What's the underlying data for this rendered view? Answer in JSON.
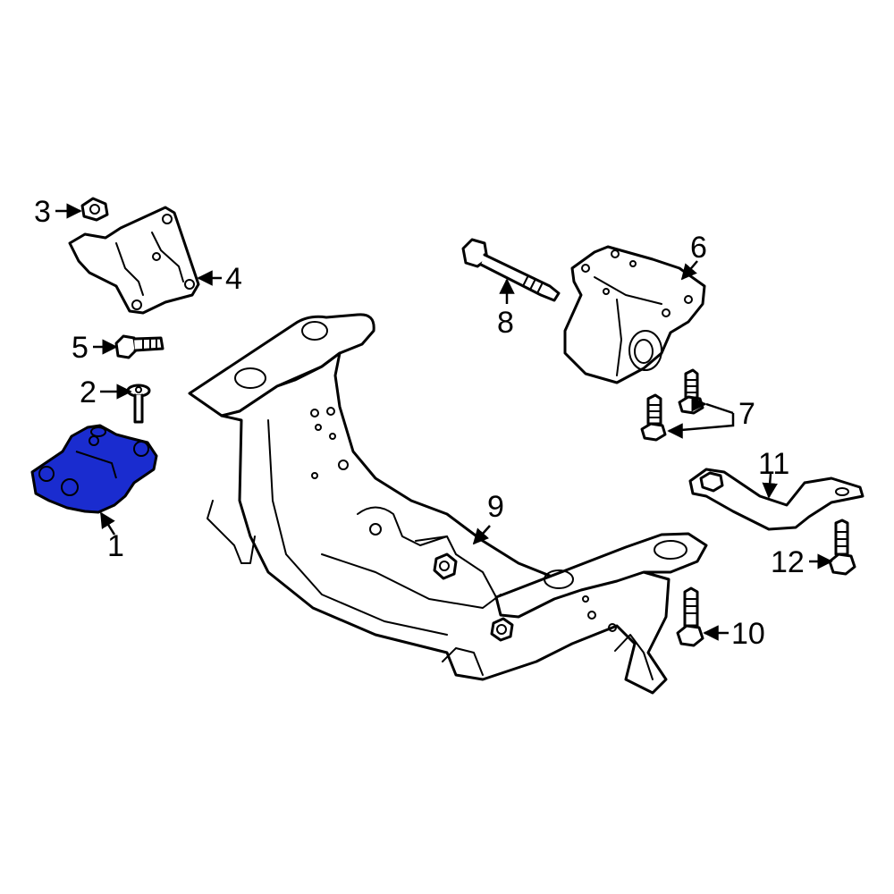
{
  "callouts": {
    "c1": "1",
    "c2": "2",
    "c3": "3",
    "c4": "4",
    "c5": "5",
    "c6": "6",
    "c7": "7",
    "c8": "8",
    "c9": "9",
    "c10": "10",
    "c11": "11",
    "c12": "12"
  },
  "highlight_color": "#1a2ccf",
  "highlighted_part": "1"
}
